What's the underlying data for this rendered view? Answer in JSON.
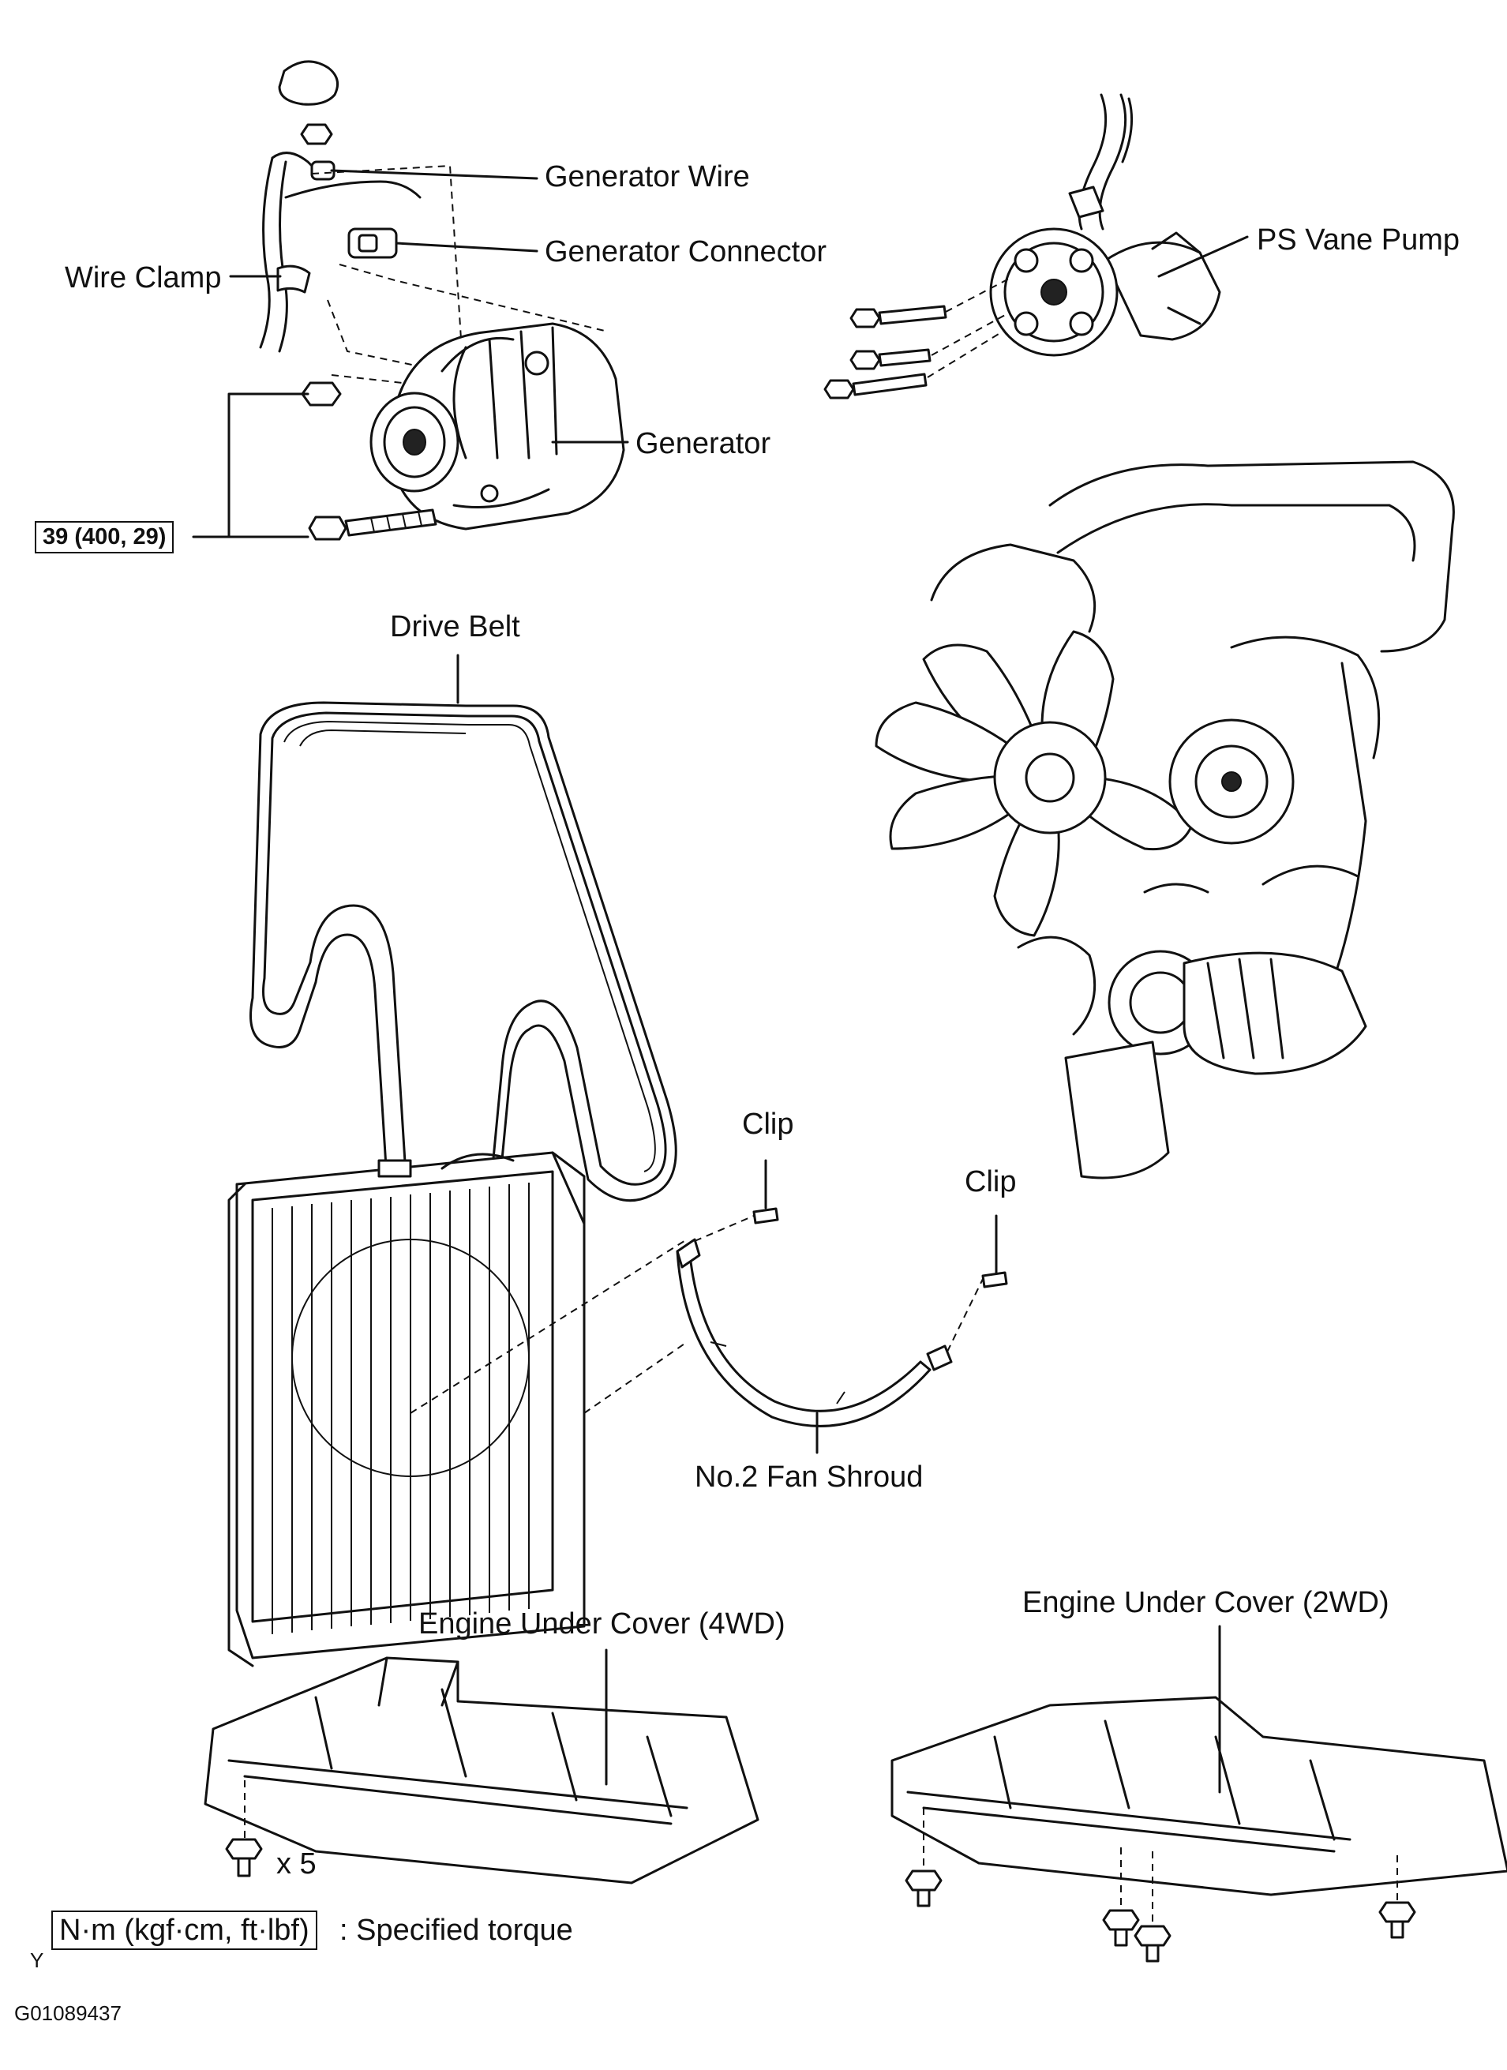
{
  "labels": {
    "generator_wire": "Generator Wire",
    "generator_connector": "Generator Connector",
    "wire_clamp": "Wire Clamp",
    "ps_vane_pump": "PS Vane Pump",
    "generator": "Generator",
    "torque_value": "39 (400, 29)",
    "drive_belt": "Drive Belt",
    "clip_1": "Clip",
    "clip_2": "Clip",
    "fan_shroud": "No.2 Fan Shroud",
    "under_cover_4wd": "Engine Under Cover (4WD)",
    "under_cover_2wd": "Engine Under Cover (2WD)",
    "bolt_count": "x 5"
  },
  "legend": {
    "units": "N·m (kgf·cm, ft·lbf)",
    "description": ": Specified torque"
  },
  "footer": {
    "mark": "Y",
    "figure_id": "G01089437"
  }
}
